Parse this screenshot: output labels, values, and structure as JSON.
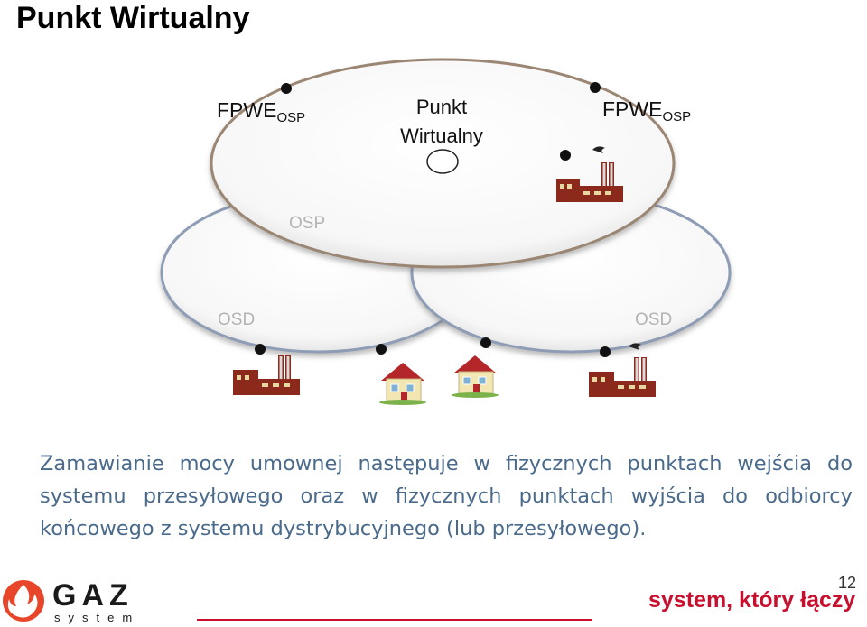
{
  "title": "Punkt Wirtualny",
  "diagram": {
    "osp_label": "OSP",
    "osd_left_label": "OSD",
    "osd_right_label": "OSD",
    "fpwe_left": {
      "main": "FPWE",
      "sub": "OSP"
    },
    "fpwe_right": {
      "main": "FPWE",
      "sub": "OSP"
    },
    "virtual_point_line1": "Punkt",
    "virtual_point_line2": "Wirtualny"
  },
  "body_text": "Zamawianie mocy umownej następuje w fizycznych punktach wejścia do systemu przesyłowego oraz w fizycznych punktach wyjścia do odbiorcy końcowego z systemu dystrybucyjnego (lub przesyłowego).",
  "footer": {
    "page_number": "12",
    "slogan": "system, który łączy",
    "logo_word": "GAZ",
    "logo_sub": "system"
  },
  "colors": {
    "accent_red": "#c8102e",
    "body_text": "#4a6a8c",
    "factory": "#8b2a1c",
    "ellipse_border_osp": "#9a8672",
    "ellipse_border_osd": "#8e9db5"
  }
}
